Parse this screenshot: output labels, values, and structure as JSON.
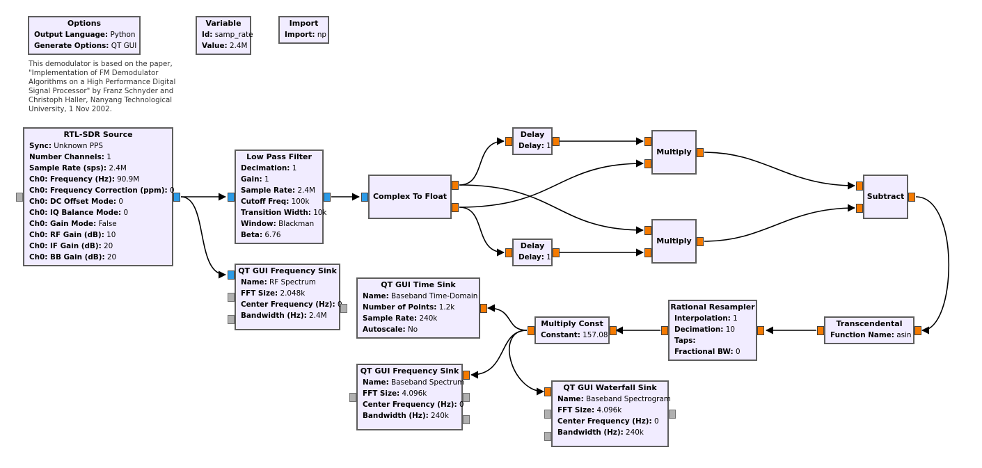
{
  "comment": "This demodulator is based on the paper, \"Implementation of FM Demodulator Algorithms on a High Performance Digital Signal Processor\" by Franz Schnyder and Christoph Haller, Nanyang Technological University, 1 Nov 2002.",
  "colors": {
    "block_fill": "#f1ecff",
    "block_border": "#5d5d5d",
    "port_complex": "#2b9ae6",
    "port_float": "#f57a00",
    "port_message": "#b0b0b0"
  },
  "blocks": [
    {
      "id": "options",
      "title": "Options",
      "params": [
        [
          "Output Language",
          "Python"
        ],
        [
          "Generate Options",
          "QT GUI"
        ]
      ]
    },
    {
      "id": "variable",
      "title": "Variable",
      "params": [
        [
          "Id",
          "samp_rate"
        ],
        [
          "Value",
          "2.4M"
        ]
      ]
    },
    {
      "id": "import",
      "title": "Import",
      "params": [
        [
          "Import",
          "np"
        ]
      ]
    },
    {
      "id": "rtl",
      "title": "RTL-SDR Source",
      "params": [
        [
          "Sync",
          "Unknown PPS"
        ],
        [
          "Number Channels",
          "1"
        ],
        [
          "Sample Rate (sps)",
          "2.4M"
        ],
        [
          "Ch0: Frequency (Hz)",
          "90.9M"
        ],
        [
          "Ch0: Frequency Correction (ppm)",
          "0"
        ],
        [
          "Ch0: DC Offset Mode",
          "0"
        ],
        [
          "Ch0: IQ Balance Mode",
          "0"
        ],
        [
          "Ch0: Gain Mode",
          "False"
        ],
        [
          "Ch0: RF Gain (dB)",
          "10"
        ],
        [
          "Ch0: IF Gain (dB)",
          "20"
        ],
        [
          "Ch0: BB Gain (dB)",
          "20"
        ]
      ]
    },
    {
      "id": "lpf",
      "title": "Low Pass Filter",
      "params": [
        [
          "Decimation",
          "1"
        ],
        [
          "Gain",
          "1"
        ],
        [
          "Sample Rate",
          "2.4M"
        ],
        [
          "Cutoff Freq",
          "100k"
        ],
        [
          "Transition Width",
          "10k"
        ],
        [
          "Window",
          "Blackman"
        ],
        [
          "Beta",
          "6.76"
        ]
      ]
    },
    {
      "id": "c2f",
      "title": "Complex To Float",
      "params": []
    },
    {
      "id": "delay1",
      "title": "Delay",
      "params": [
        [
          "Delay",
          "1"
        ]
      ]
    },
    {
      "id": "delay2",
      "title": "Delay",
      "params": [
        [
          "Delay",
          "1"
        ]
      ]
    },
    {
      "id": "mult1",
      "title": "Multiply",
      "params": []
    },
    {
      "id": "mult2",
      "title": "Multiply",
      "params": []
    },
    {
      "id": "subtract",
      "title": "Subtract",
      "params": []
    },
    {
      "id": "transc",
      "title": "Transcendental",
      "params": [
        [
          "Function Name",
          "asin"
        ]
      ]
    },
    {
      "id": "resamp",
      "title": "Rational Resampler",
      "params": [
        [
          "Interpolation",
          "1"
        ],
        [
          "Decimation",
          "10"
        ],
        [
          "Taps",
          ""
        ],
        [
          "Fractional BW",
          "0"
        ]
      ]
    },
    {
      "id": "mconst",
      "title": "Multiply Const",
      "params": [
        [
          "Constant",
          "157.08"
        ]
      ]
    },
    {
      "id": "timesink",
      "title": "QT GUI Time Sink",
      "params": [
        [
          "Name",
          "Baseband Time-Domain"
        ],
        [
          "Number of Points",
          "1.2k"
        ],
        [
          "Sample Rate",
          "240k"
        ],
        [
          "Autoscale",
          "No"
        ]
      ]
    },
    {
      "id": "rffreq",
      "title": "QT GUI Frequency Sink",
      "params": [
        [
          "Name",
          "RF Spectrum"
        ],
        [
          "FFT Size",
          "2.048k"
        ],
        [
          "Center Frequency (Hz)",
          "0"
        ],
        [
          "Bandwidth (Hz)",
          "2.4M"
        ]
      ]
    },
    {
      "id": "bbfreq",
      "title": "QT GUI Frequency Sink",
      "params": [
        [
          "Name",
          "Baseband Spectrum"
        ],
        [
          "FFT Size",
          "4.096k"
        ],
        [
          "Center Frequency (Hz)",
          "0"
        ],
        [
          "Bandwidth (Hz)",
          "240k"
        ]
      ]
    },
    {
      "id": "waterfall",
      "title": "QT GUI Waterfall Sink",
      "params": [
        [
          "Name",
          "Baseband Spectrogram"
        ],
        [
          "FFT Size",
          "4.096k"
        ],
        [
          "Center Frequency (Hz)",
          "0"
        ],
        [
          "Bandwidth (Hz)",
          "240k"
        ]
      ]
    }
  ]
}
